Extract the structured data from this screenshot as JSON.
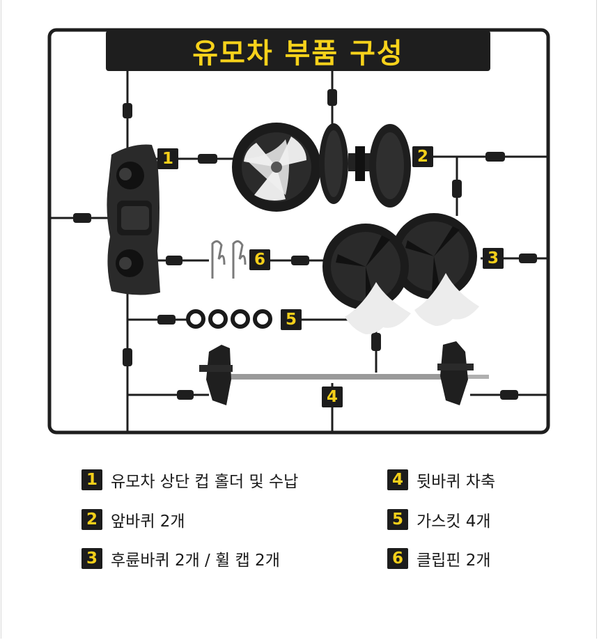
{
  "title": "유모차 부품 구성",
  "colors": {
    "accent": "#f4cf1a",
    "dark": "#1c1c1c",
    "frame": "#1e1e1e"
  },
  "tags": [
    "1",
    "2",
    "3",
    "4",
    "5",
    "6"
  ],
  "legend": [
    {
      "num": "1",
      "text": "유모차 상단 컵 홀더 및 수납"
    },
    {
      "num": "2",
      "text": "앞바퀴 2개"
    },
    {
      "num": "3",
      "text": "후륜바퀴 2개 / 휠 캡 2개"
    },
    {
      "num": "4",
      "text": "뒷바퀴 차축"
    },
    {
      "num": "5",
      "text": "가스킷 4개"
    },
    {
      "num": "6",
      "text": "클립핀 2개"
    }
  ]
}
